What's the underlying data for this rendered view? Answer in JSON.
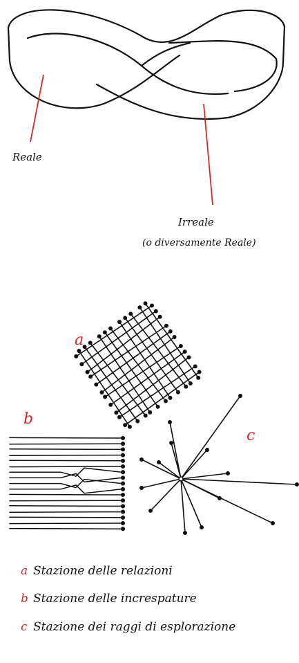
{
  "colors": {
    "ink": "#111111",
    "accent": "#d62828",
    "background": "#ffffff"
  },
  "mobius": {
    "label_real": "Reale",
    "label_unreal": "Irreale",
    "label_unreal_note": "(o diversamente Reale)"
  },
  "stations": {
    "a_letter": "a",
    "b_letter": "b",
    "c_letter": "c"
  },
  "legend": [
    {
      "letter": "a",
      "text": "Stazione delle relazioni"
    },
    {
      "letter": "b",
      "text": "Stazione delle increspature"
    },
    {
      "letter": "c",
      "text": "Stazione dei raggi di esplorazione"
    }
  ]
}
